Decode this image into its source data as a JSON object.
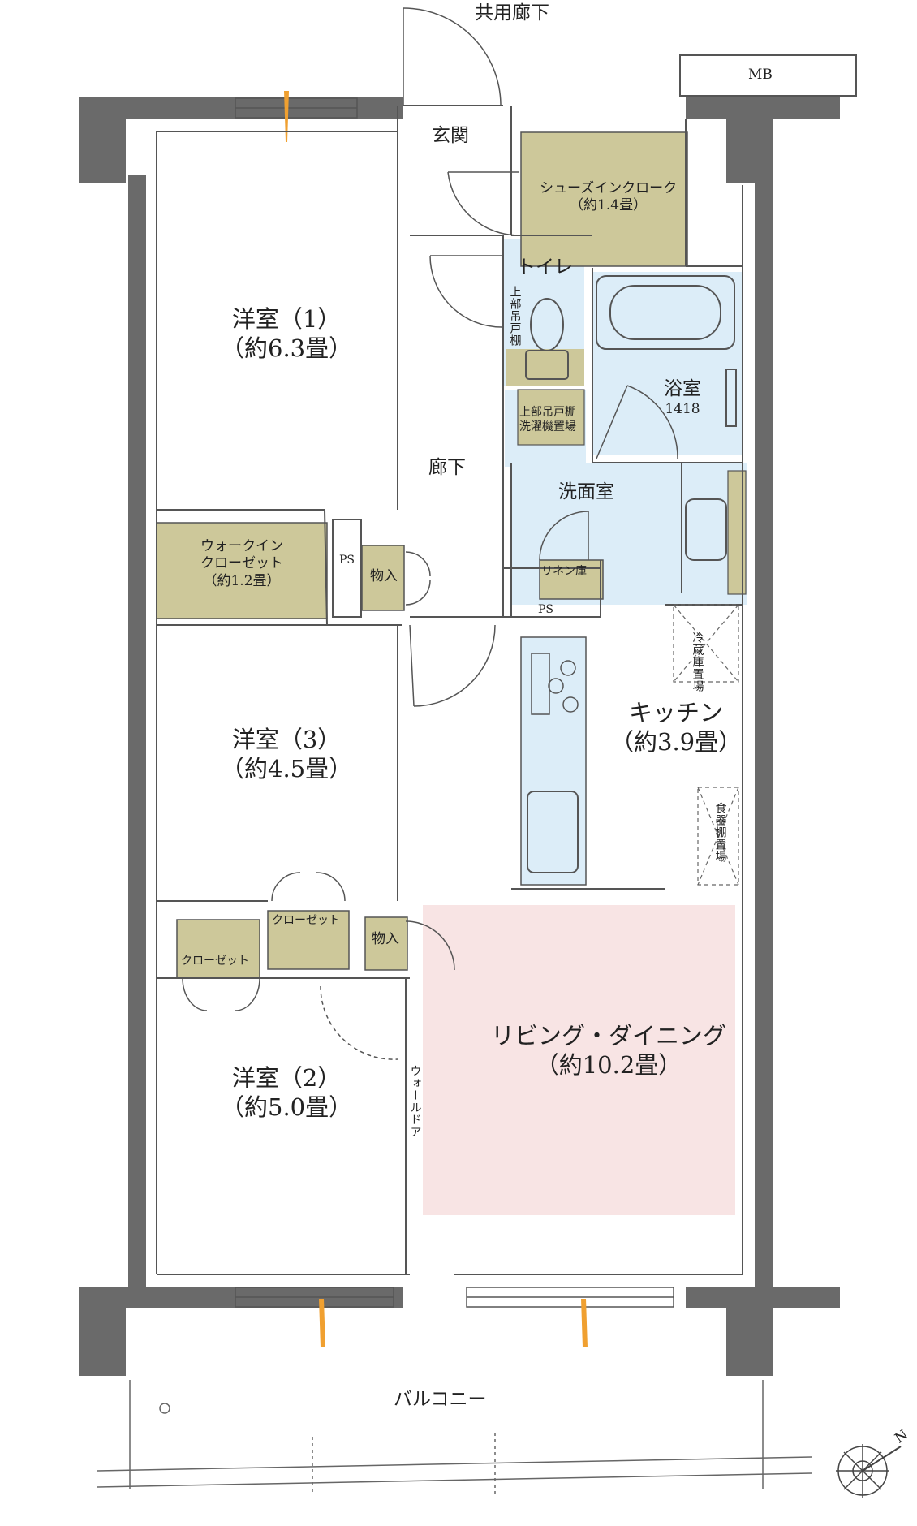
{
  "labels": {
    "common_corridor": "共用廊下",
    "mb": "MB",
    "entrance": "玄関",
    "shoes_in_cloak": {
      "name": "シューズインクローク",
      "area": "（約1.4畳）"
    },
    "toilet": "トイレ",
    "upper_cabinet_v": "上部吊戸棚",
    "bathroom": {
      "name": "浴室",
      "size": "1418"
    },
    "laundry_box": {
      "line1": "上部吊戸棚",
      "line2": "洗濯機置場"
    },
    "corridor": "廊下",
    "washroom": "洗面室",
    "western_room_1": {
      "name": "洋室（1）",
      "area": "（約6.3畳）"
    },
    "walk_in_closet": {
      "line1": "ウォークイン",
      "line2": "クローゼット",
      "area": "（約1.2畳）"
    },
    "ps_left": "PS",
    "storage_1": "物入",
    "linen_storage": "リネン庫",
    "ps_right": "PS",
    "fridge_space": "冷蔵庫置場",
    "kitchen": {
      "name": "キッチン",
      "area": "（約3.9畳）"
    },
    "dish_cabinet_space": "食器棚置場",
    "western_room_3": {
      "name": "洋室（3）",
      "area": "（約4.5畳）"
    },
    "closet_upper": "クローゼット",
    "storage_2": "物入",
    "closet_lower": "クローゼット",
    "living_dining": {
      "name": "リビング・ダイニング",
      "area": "（約10.2畳）"
    },
    "western_room_2": {
      "name": "洋室（2）",
      "area": "（約5.0畳）"
    },
    "wall_door": "ウォールドア",
    "balcony": "バルコニー",
    "north": "N"
  },
  "colors": {
    "wall": "#6a6a6a",
    "storage": "#cdc89a",
    "wet_area": "#dcedf8",
    "living": "#f8e4e4",
    "window_accent": "#f0a030",
    "line": "#555555"
  }
}
